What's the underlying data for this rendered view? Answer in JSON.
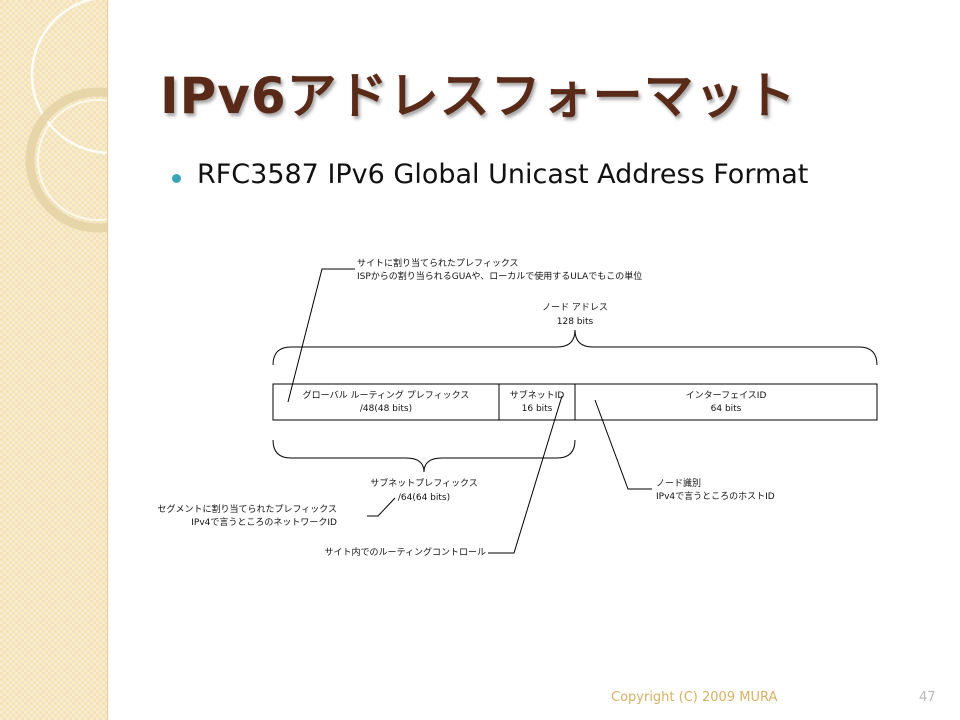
{
  "slide": {
    "title": "IPv6アドレスフォーマット",
    "bullet": "RFC3587 IPv6 Global Unicast Address Format",
    "footer_copyright": "Copyright (C) 2009 MURA",
    "page_number": "47"
  },
  "diagram": {
    "site_prefix_line1": "サイトに割り当てられたプレフィックス",
    "site_prefix_line2": "ISPからの割り当られるGUAや、ローカルで使用するULAでもこの単位",
    "node_address_label": "ノード アドレス",
    "node_address_bits": "128 bits",
    "fields": [
      {
        "label": "グローバル ルーティング プレフィックス",
        "bits": "/48(48 bits)"
      },
      {
        "label": "サブネットID",
        "bits": "16 bits"
      },
      {
        "label": "インターフェイスID",
        "bits": "64 bits"
      }
    ],
    "subnet_prefix_label": "サブネットプレフィックス",
    "subnet_prefix_bits": "/64(64 bits)",
    "segment_line1": "セグメントに割り当てられたプレフィックス",
    "segment_line2": "IPv4で言うところのネットワークID",
    "node_id_line1": "ノード識別",
    "node_id_line2": "IPv4で言うところのホストID",
    "site_routing": "サイト内でのルーティングコントロール"
  }
}
